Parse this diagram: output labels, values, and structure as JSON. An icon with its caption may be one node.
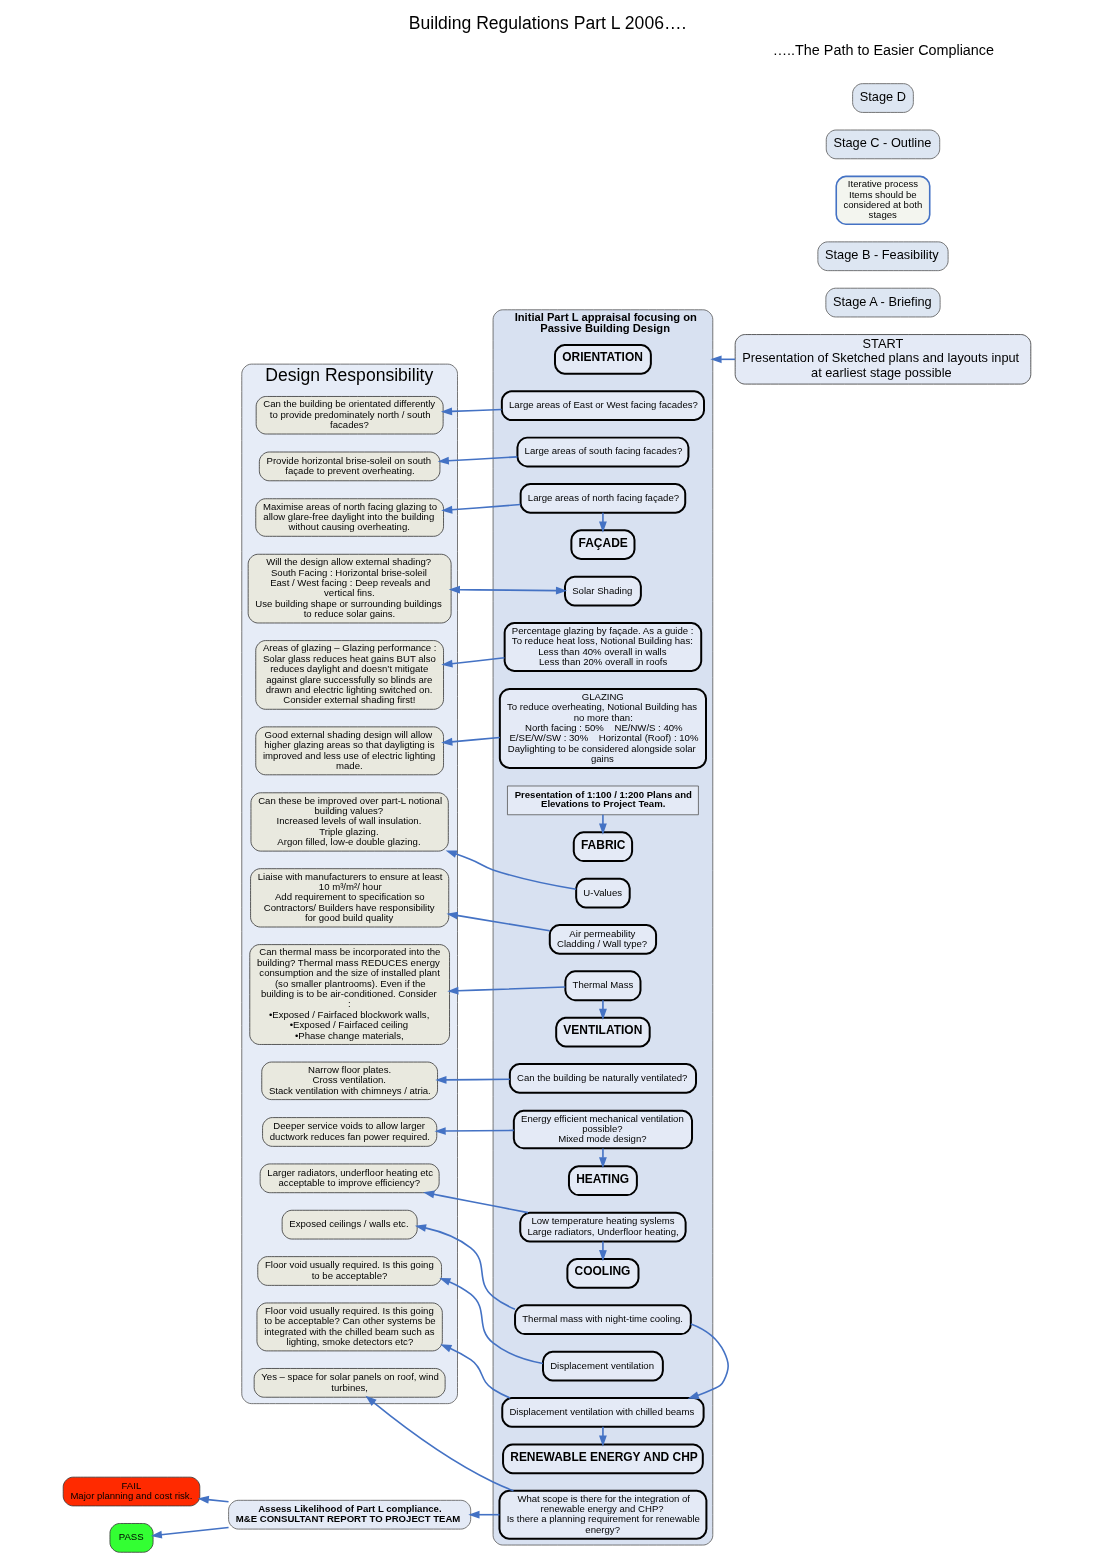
{
  "diagram": {
    "title": "Building Regulations Part L 2006….",
    "nodes": [
      {
        "text": [
          "START",
          "Presentation of Sketched plans and layouts input at earliest stage possible"
        ]
      },
      {
        "text": [
          "Stage A - Briefing"
        ]
      },
      {
        "text": [
          "Stage B - Feasibility"
        ]
      },
      {
        "text": [
          "Iterative process",
          "Items should be considered at both stages"
        ]
      },
      {
        "text": [
          "Stage C - Outline"
        ]
      },
      {
        "text": [
          "Design Responsibility"
        ]
      },
      {
        "text": [
          "Can the building be orientated differently to provide predominately north / south facades?"
        ],
        "in": 5
      },
      {
        "text": [
          "Provide horizontal brise-soleil on south façade to prevent overheating."
        ],
        "in": 5
      },
      {
        "text": [
          "Maximise areas of north facing glazing to allow glare-free daylight into the building without causing overheating."
        ],
        "in": 5
      },
      {
        "text": [
          "Will the design allow external shading?",
          "South Facing : Horizontal brise-soleil",
          "East / West facing : Deep reveals and vertical fins.",
          "Use building shape or surrounding buildings to reduce solar gains."
        ],
        "in": 5
      },
      {
        "text": [
          "Areas of glazing – Glazing performance :",
          "Solar glass reduces heat gains BUT also reduces daylight and doesn’t mitigate against glare successfully so blinds are drawn and electric lighting switched on.",
          "Consider external shading first!"
        ],
        "in": 5
      },
      {
        "text": [
          "Good external shading design will allow higher glazing areas so that dayligting is improved and less use of electric lighting made."
        ],
        "in": 5
      },
      {
        "text": [
          "Can these be improved over part-L notional building values?",
          "Increased levels of wall insulation.",
          "Triple glazing.",
          "Argon filled, low-e double glazing."
        ],
        "in": 5
      },
      {
        "text": [
          "Liaise with manufacturers to ensure at least 10 m³/m²/ hour",
          "Add requirement to specification so Contractors/ Builders have responsibility for good build quality"
        ],
        "in": 5
      },
      {
        "text": [
          "Can thermal mass be incorporated into the building? Thermal mass REDUCES energy consumption and the size of installed plant (so smaller plantrooms). Even if the building is to be air-conditioned. Consider :",
          "•Exposed / Fairfaced blockwork walls,",
          "•Exposed / Fairfaced ceiling",
          "•Phase change materials,"
        ],
        "in": 5
      },
      {
        "text": [
          "Narrow floor plates.",
          "Cross ventilation.",
          "Stack ventilation with chimneys / atria."
        ],
        "in": 5
      },
      {
        "text": [
          "Deeper service voids to allow larger ductwork reduces fan power required."
        ],
        "in": 5
      },
      {
        "text": [
          "Larger radiators, underfloor heating etc acceptable to improve efficiency?"
        ],
        "in": 5
      },
      {
        "text": [
          "Exposed ceilings / walls etc."
        ],
        "in": 5
      },
      {
        "text": [
          "Floor void usually required. Is this going to be acceptable?"
        ],
        "in": 5
      },
      {
        "text": [
          "Floor void usually required. Is this going to be acceptable? Can other systems be integrated with the chilled beam such as lighting, smoke detectors etc?"
        ],
        "in": 5
      },
      {
        "text": [
          "Yes – space for solar panels on roof, wind turbines,"
        ],
        "in": 5
      },
      {
        "text": [
          "Initial Part L appraisal focusing on Passive Building Design"
        ]
      },
      {
        "text": [
          "ORIENTATION"
        ],
        "in": 22
      },
      {
        "text": [
          "Large areas of East or West facing facades?"
        ],
        "in": 22
      },
      {
        "text": [
          "Large areas of south facing facades?"
        ],
        "in": 22
      },
      {
        "text": [
          "Large areas of north facing façade?"
        ],
        "in": 22
      },
      {
        "text": [
          "FAÇADE"
        ],
        "in": 22
      },
      {
        "text": [
          "Solar Shading"
        ],
        "in": 22
      },
      {
        "text": [
          "Percentage glazing by façade. As a guide :",
          "To reduce heat loss, Notional Building has:",
          "Less than 40% overall in walls",
          "Less than 20% overall in roofs"
        ],
        "in": 22
      },
      {
        "text": [
          "GLAZING",
          "To reduce overheating, Notional Building has no more than:",
          "North facing : 50%    NE/NW/S : 40%",
          "E/SE/W/SW : 30%    Horizontal (Roof) : 10%",
          "Daylighting to be considered alongside solar gains"
        ],
        "in": 22
      },
      {
        "text": [
          "Presentation of 1:100 / 1:200 Plans and Elevations to Project Team."
        ],
        "in": 22
      },
      {
        "text": [
          "FABRIC"
        ],
        "in": 22
      },
      {
        "text": [
          "U-Values"
        ],
        "in": 22
      },
      {
        "text": [
          "Air permeability",
          "Cladding / Wall type?"
        ],
        "in": 22
      },
      {
        "text": [
          "Thermal Mass"
        ],
        "in": 22
      },
      {
        "text": [
          "VENTILATION"
        ],
        "in": 22
      },
      {
        "text": [
          "Can the building be naturally ventilated?"
        ],
        "in": 22
      },
      {
        "text": [
          "Energy efficient mechanical ventilation possible?",
          "Mixed mode design?"
        ],
        "in": 22
      },
      {
        "text": [
          "HEATING"
        ],
        "in": 22
      },
      {
        "text": [
          "Low temperature heating syslems",
          "Large radiators, Underfloor heating,"
        ],
        "in": 22
      },
      {
        "text": [
          "COOLING"
        ],
        "in": 22
      },
      {
        "text": [
          "Thermal mass with night-time cooling."
        ],
        "in": 22
      },
      {
        "text": [
          "Displacement ventilation"
        ],
        "in": 22
      },
      {
        "text": [
          "Displacement ventilation with chilled beams"
        ],
        "in": 22
      },
      {
        "text": [
          "RENEWABLE ENERGY AND CHP"
        ],
        "in": 22
      },
      {
        "text": [
          "What scope is there for the integration of renewable energy and CHP?",
          "Is there a planning requirement for renewable energy?"
        ],
        "in": 22
      },
      {
        "text": [
          "Stage D"
        ]
      },
      {
        "text": [
          "Assess Likelihood of Part L compliance.",
          "M&E CONSULTANT REPORT TO PROJECT TEAM"
        ]
      },
      {
        "text": [
          "FAIL",
          "Major planning and cost risk."
        ]
      },
      {
        "text": [
          "PASS"
        ]
      }
    ],
    "edges": [
      {
        "from": 0,
        "to": 22,
        "arrow": "to"
      },
      {
        "from": 24,
        "to": 6,
        "arrow": "to"
      },
      {
        "from": 25,
        "to": 7,
        "arrow": "to"
      },
      {
        "from": 26,
        "to": 8,
        "arrow": "to"
      },
      {
        "from": 26,
        "to": 27,
        "arrow": "to"
      },
      {
        "from": 28,
        "to": 9,
        "arrow": "both"
      },
      {
        "from": 29,
        "to": 10,
        "arrow": "to"
      },
      {
        "from": 30,
        "to": 11,
        "arrow": "to"
      },
      {
        "from": 31,
        "to": 32,
        "arrow": "to"
      },
      {
        "from": 33,
        "to": 12,
        "arrow": "to"
      },
      {
        "from": 34,
        "to": 13,
        "arrow": "to"
      },
      {
        "from": 35,
        "to": 14,
        "arrow": "to"
      },
      {
        "from": 35,
        "to": 36,
        "arrow": "to"
      },
      {
        "from": 37,
        "to": 15,
        "arrow": "to"
      },
      {
        "from": 38,
        "to": 16,
        "arrow": "to"
      },
      {
        "from": 38,
        "to": 39,
        "arrow": "to"
      },
      {
        "from": 40,
        "to": 17,
        "arrow": "to"
      },
      {
        "from": 40,
        "to": 41,
        "arrow": "to"
      },
      {
        "from": 42,
        "to": 18,
        "arrow": "to"
      },
      {
        "from": 42,
        "to": 44,
        "arrow": "to"
      },
      {
        "from": 43,
        "to": 19,
        "arrow": "to"
      },
      {
        "from": 44,
        "to": 20,
        "arrow": "to"
      },
      {
        "from": 44,
        "to": 45,
        "arrow": "to"
      },
      {
        "from": 46,
        "to": 21,
        "arrow": "to"
      },
      {
        "from": 46,
        "to": 48,
        "arrow": "to"
      },
      {
        "from": 48,
        "to": 49,
        "arrow": "to"
      },
      {
        "from": 48,
        "to": 50,
        "arrow": "to"
      }
    ],
    "labels": [
      "…..The Path to Easier Compliance"
    ]
  }
}
